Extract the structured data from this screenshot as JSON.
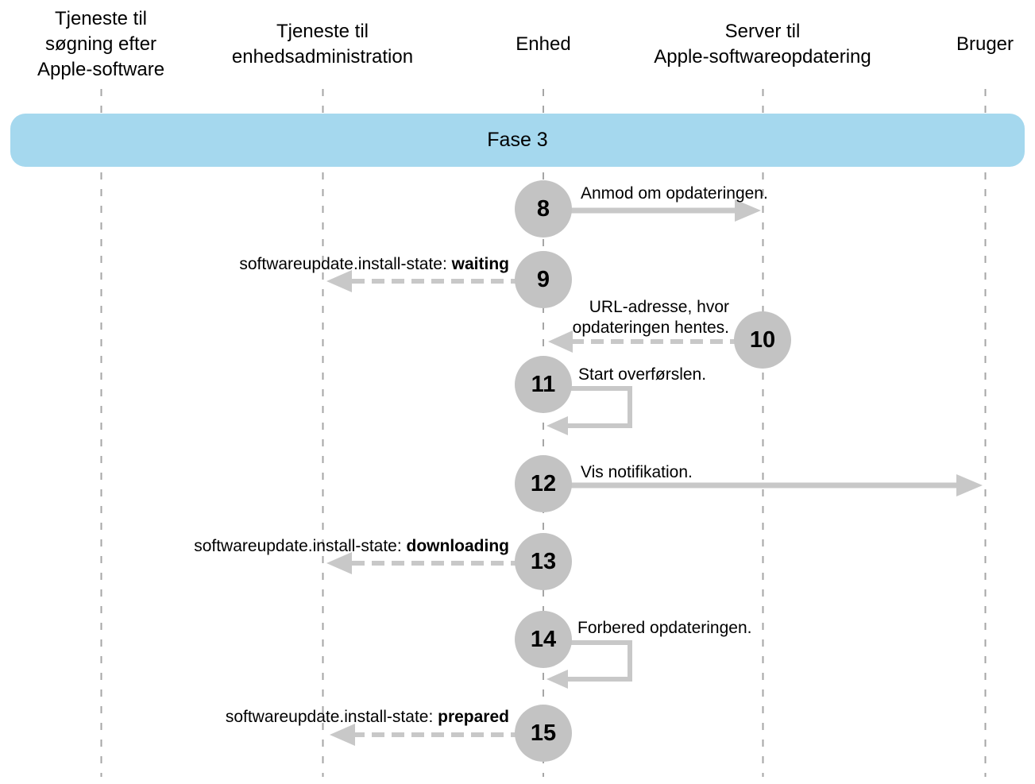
{
  "diagram": {
    "phase_label": "Fase 3",
    "columns": [
      {
        "label": "Tjeneste til\nsøgning efter\nApple-software"
      },
      {
        "label": "Tjeneste til\nenhedsadministration"
      },
      {
        "label": "Enhed"
      },
      {
        "label": "Server til\nApple-softwareopdatering"
      },
      {
        "label": "Bruger"
      }
    ],
    "steps": [
      {
        "number": "8",
        "label": "Anmod om opdateringen.",
        "arrow": "solid-right"
      },
      {
        "number": "9",
        "label_prefix": "softwareupdate.install-state: ",
        "label_bold": "waiting",
        "arrow": "dashed-left"
      },
      {
        "number": "10",
        "label_line1": "URL-adresse, hvor",
        "label_line2": "opdateringen hentes.",
        "arrow": "dashed-left"
      },
      {
        "number": "11",
        "label": "Start overførslen.",
        "arrow": "self-loop"
      },
      {
        "number": "12",
        "label": "Vis notifikation.",
        "arrow": "solid-right"
      },
      {
        "number": "13",
        "label_prefix": "softwareupdate.install-state: ",
        "label_bold": "downloading",
        "arrow": "dashed-left"
      },
      {
        "number": "14",
        "label": "Forbered opdateringen.",
        "arrow": "self-loop"
      },
      {
        "number": "15",
        "label_prefix": "softwareupdate.install-state: ",
        "label_bold": "prepared",
        "arrow": "dashed-left"
      }
    ],
    "colors": {
      "banner_blue": "#a5d8ee",
      "circle_gray": "#c3c3c3",
      "arrow_gray": "#c8c8c8",
      "lifeline_gray": "#a6a6a6",
      "text_black": "#000000"
    }
  }
}
